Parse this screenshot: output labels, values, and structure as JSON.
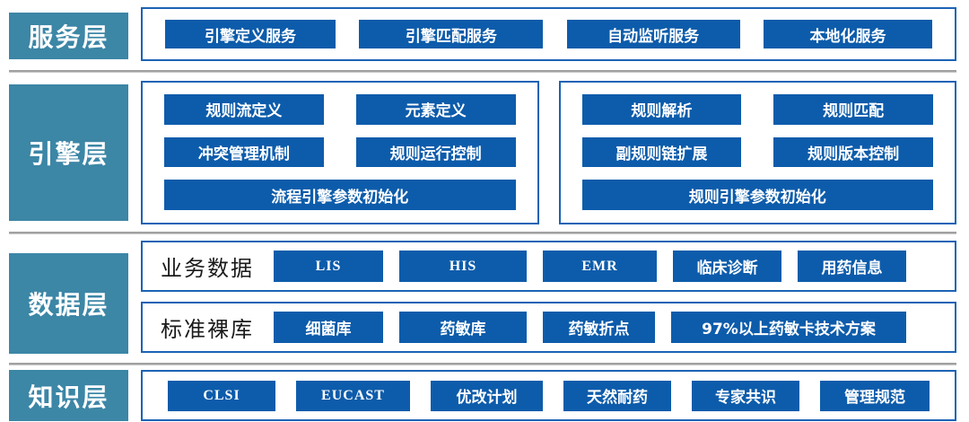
{
  "colors": {
    "layer_label_bg": "#3c86a6",
    "chip_bg": "#0d5cab",
    "panel_border": "#1b63b5",
    "divider_gray": "#9f9f9f",
    "chip_text": "#ffffff",
    "group_title_text": "#1a1a1a"
  },
  "layers": [
    {
      "id": "service",
      "label": "服务层",
      "groups": [
        {
          "rows": [
            [
              "引擎定义服务",
              "引擎匹配服务",
              "自动监听服务",
              "本地化服务"
            ]
          ]
        }
      ]
    },
    {
      "id": "engine",
      "label": "引擎层",
      "groups": [
        {
          "rows": [
            [
              "规则流定义",
              "元素定义"
            ],
            [
              "冲突管理机制",
              "规则运行控制"
            ],
            [
              "流程引擎参数初始化"
            ]
          ]
        },
        {
          "rows": [
            [
              "规则解析",
              "规则匹配"
            ],
            [
              "副规则链扩展",
              "规则版本控制"
            ],
            [
              "规则引擎参数初始化"
            ]
          ]
        }
      ]
    },
    {
      "id": "data",
      "label": "数据层",
      "groups": [
        {
          "title": "业务数据",
          "rows": [
            [
              "LIS",
              "HIS",
              "EMR",
              "临床诊断",
              "用药信息"
            ]
          ]
        },
        {
          "title": "标准裸库",
          "rows": [
            [
              "细菌库",
              "药敏库",
              "药敏折点",
              "97%以上药敏卡技术方案"
            ]
          ]
        }
      ]
    },
    {
      "id": "knowledge",
      "label": "知识层",
      "groups": [
        {
          "rows": [
            [
              "CLSI",
              "EUCAST",
              "优改计划",
              "天然耐药",
              "专家共识",
              "管理规范"
            ]
          ]
        }
      ]
    }
  ]
}
